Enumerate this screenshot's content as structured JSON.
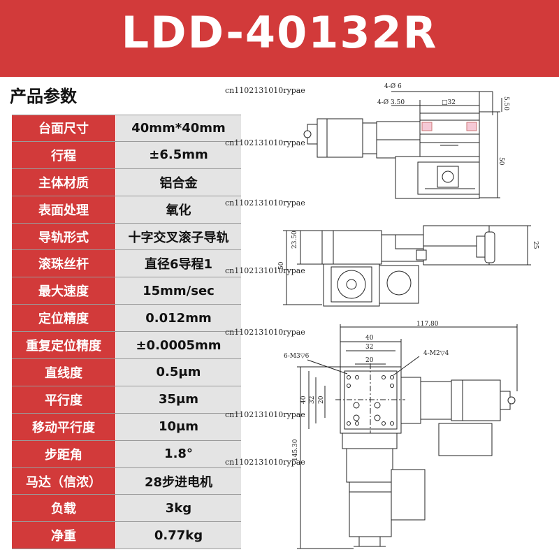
{
  "header": {
    "title": "LDD-40132R"
  },
  "section_title": "产品参数",
  "specs": [
    {
      "label": "台面尺寸",
      "value": "40mm*40mm"
    },
    {
      "label": "行程",
      "value": "±6.5mm"
    },
    {
      "label": "主体材质",
      "value": "铝合金"
    },
    {
      "label": "表面处理",
      "value": "氧化"
    },
    {
      "label": "导轨形式",
      "value": "十字交叉滚子导轨"
    },
    {
      "label": "滚珠丝杆",
      "value": "直径6导程1"
    },
    {
      "label": "最大速度",
      "value": "15mm/sec"
    },
    {
      "label": "定位精度",
      "value": "0.012mm"
    },
    {
      "label": "重复定位精度",
      "value": "±0.0005mm"
    },
    {
      "label": "直线度",
      "value": "0.5μm"
    },
    {
      "label": "平行度",
      "value": "35μm"
    },
    {
      "label": "移动平行度",
      "value": "10μm"
    },
    {
      "label": "步距角",
      "value": "1.8°"
    },
    {
      "label": "马达（信浓）",
      "value": "28步进电机"
    },
    {
      "label": "负载",
      "value": "3kg"
    },
    {
      "label": "净重",
      "value": "0.77kg"
    }
  ],
  "watermark": "cn1102131010rypae",
  "drawing_labels": {
    "top_hole_a": "4-Ø 6",
    "top_hole_b": "4-Ø 3.50",
    "top_square": "□32",
    "top_right": "5.50",
    "top_height": "50",
    "side_a": "23.50",
    "side_b": "50",
    "side_c": "25",
    "plan_width": "117.80",
    "plan_40": "40",
    "plan_32": "32",
    "plan_20": "20",
    "plan_left_hole": "6-M3▽6",
    "plan_right_hole": "4-M2▽4",
    "plan_v40": "40",
    "plan_v32": "32",
    "plan_v20": "20",
    "plan_height": "145.30"
  }
}
